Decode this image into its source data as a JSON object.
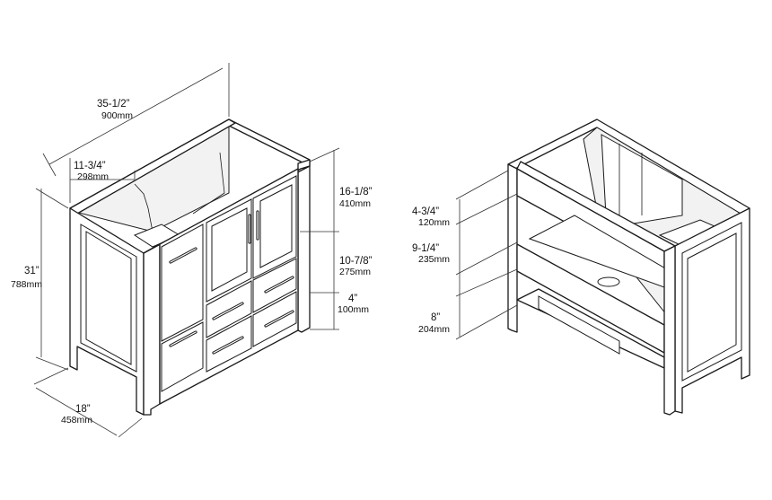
{
  "dimensions": {
    "width": {
      "main": "35-1/2”",
      "sub": "900mm"
    },
    "side_depth": {
      "main": "11-3/4”",
      "sub": "298mm"
    },
    "height": {
      "main": "31”",
      "sub": "788mm"
    },
    "depth": {
      "main": "18”",
      "sub": "458mm"
    },
    "door_height": {
      "main": "16-1/8”",
      "sub": "410mm"
    },
    "drawer_height": {
      "main": "10-7/8”",
      "sub": "275mm"
    },
    "toe_kick": {
      "main": "4”",
      "sub": "100mm"
    },
    "top_rail": {
      "main": "4-3/4”",
      "sub": "120mm"
    },
    "shelf_gap": {
      "main": "9-1/4”",
      "sub": "235mm"
    },
    "lower_gap": {
      "main": "8”",
      "sub": "204mm"
    }
  }
}
